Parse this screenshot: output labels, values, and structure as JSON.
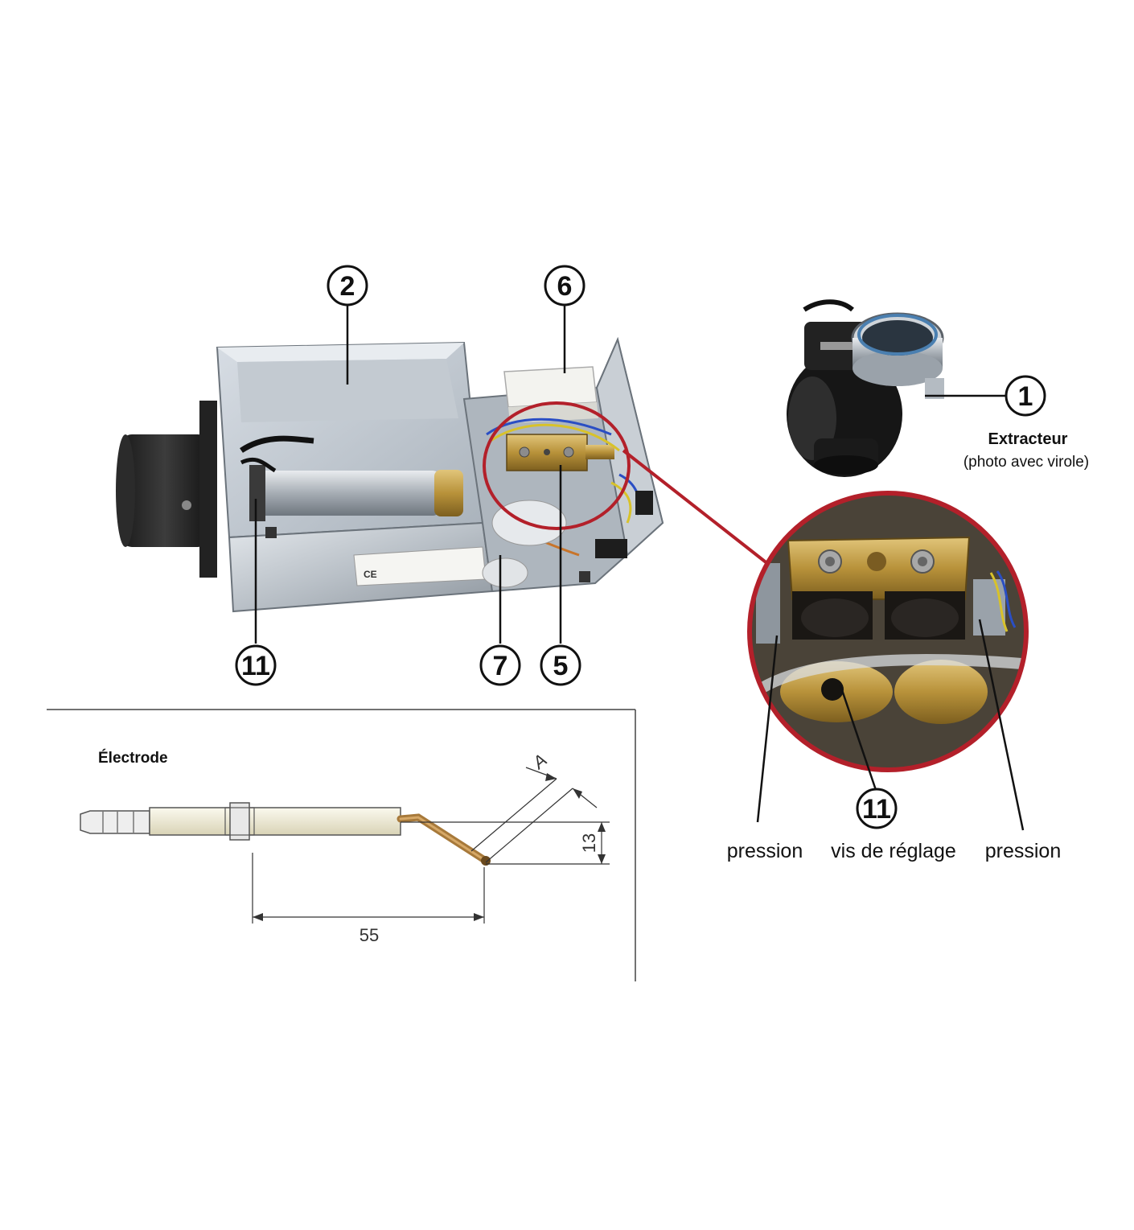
{
  "callouts": {
    "c1": "1",
    "c2": "2",
    "c5": "5",
    "c6": "6",
    "c7": "7",
    "c11_main": "11",
    "c11_zoom": "11"
  },
  "extractor": {
    "title": "Extracteur",
    "subtitle": "(photo avec virole)"
  },
  "zoom_labels": {
    "left": "pression",
    "center": "vis de réglage",
    "right": "pression"
  },
  "electrode": {
    "title": "Électrode",
    "dim_length": "55",
    "dim_height": "13",
    "dim_gap": "A"
  },
  "ce_mark": "CE",
  "colors": {
    "callout_ring": "#111111",
    "zoom_ring": "#b3202a",
    "metal": "#c9ced3",
    "dark_metal": "#2a2a2a",
    "brass": "#b8923a",
    "ceramic": "#f1edd8"
  }
}
